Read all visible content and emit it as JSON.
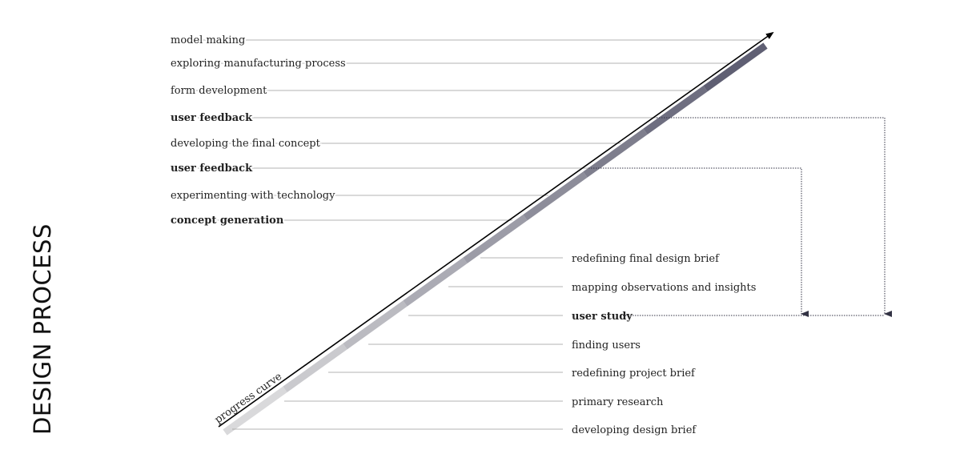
{
  "title": "DESIGN PROCESS",
  "curve_label": "progress curve",
  "upper_steps": [
    {
      "label": "model making",
      "bold": false
    },
    {
      "label": "exploring manufacturing process",
      "bold": false
    },
    {
      "label": "form development",
      "bold": false
    },
    {
      "label": "user feedback",
      "bold": true
    },
    {
      "label": "developing the final concept",
      "bold": false
    },
    {
      "label": "user feedback",
      "bold": true
    },
    {
      "label": "experimenting with technology",
      "bold": false
    },
    {
      "label": "concept generation",
      "bold": true
    }
  ],
  "lower_steps": [
    {
      "label": "redefining final design brief",
      "bold": false
    },
    {
      "label": "mapping observations and insights",
      "bold": false
    },
    {
      "label": "user study",
      "bold": true
    },
    {
      "label": "finding users",
      "bold": false
    },
    {
      "label": "redefining project brief",
      "bold": false
    },
    {
      "label": "primary research",
      "bold": false
    },
    {
      "label": "developing design brief",
      "bold": false
    }
  ],
  "colors": {
    "band_light": "#d9d9db",
    "band_dark": "#5f5f73",
    "line": "#9a9a9a",
    "arrow": "#000000",
    "feedback_arrow": "#333344"
  }
}
